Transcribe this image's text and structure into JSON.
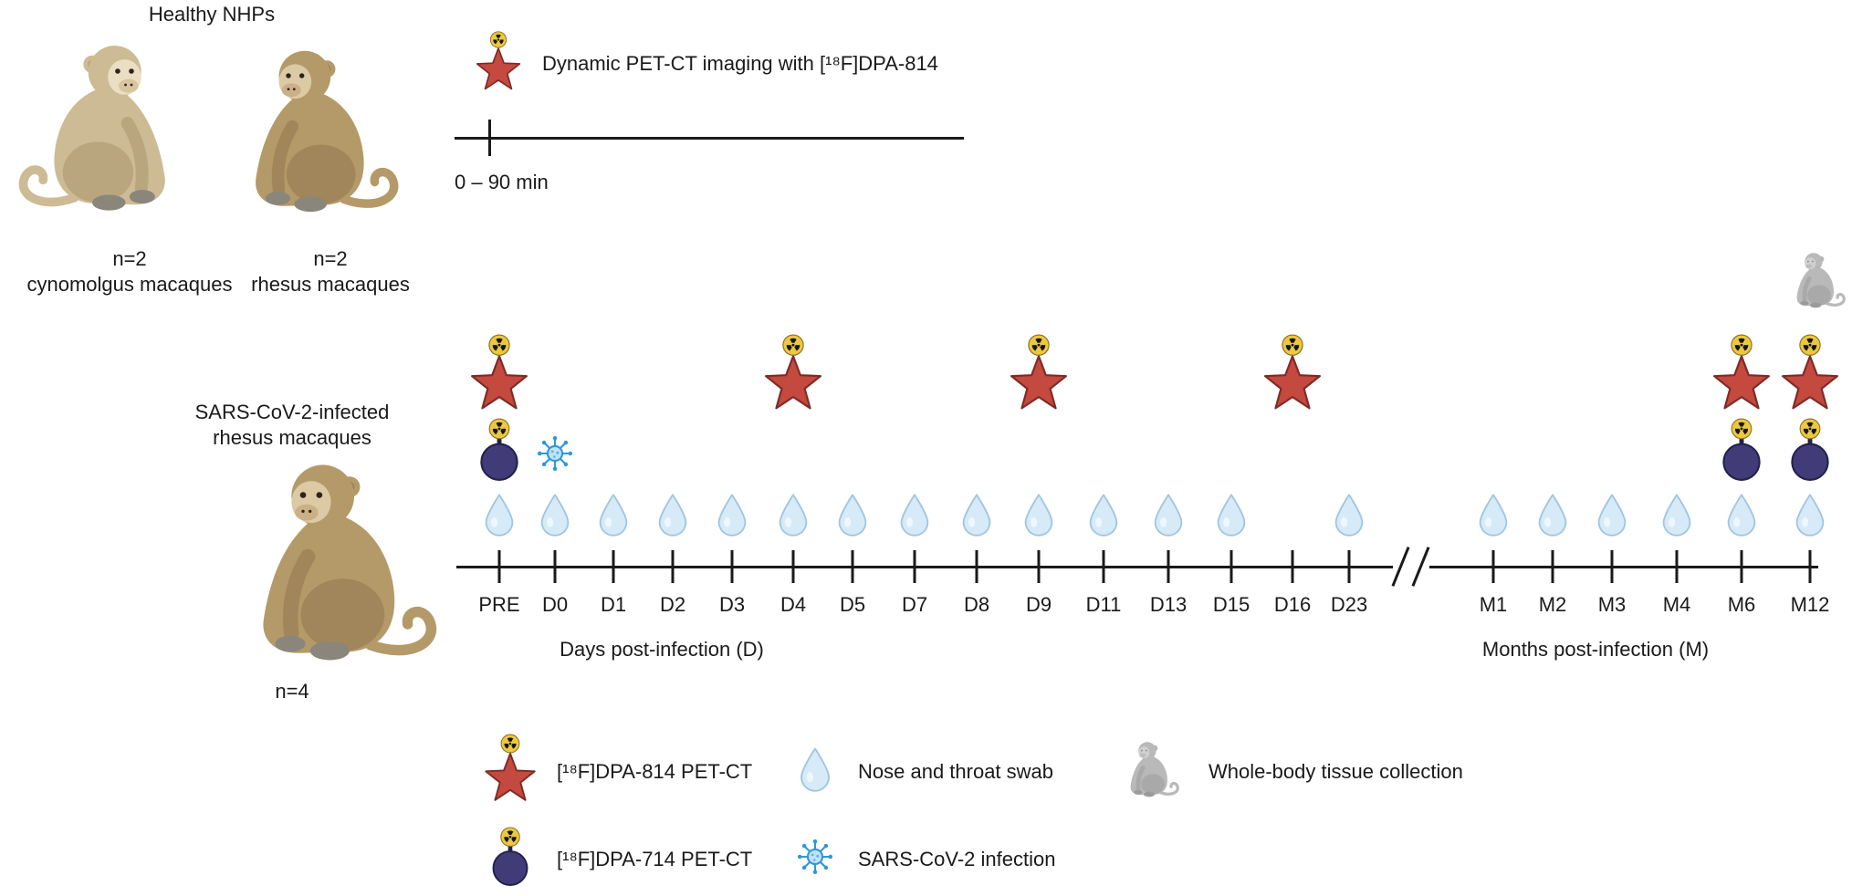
{
  "healthy": {
    "title": "Healthy NHPs",
    "groups": [
      {
        "n": "n=2",
        "species": "cynomolgus macaques"
      },
      {
        "n": "n=2",
        "species": "rhesus macaques"
      }
    ]
  },
  "dynamic_imaging": {
    "label": "Dynamic PET-CT imaging with [¹⁸F]DPA-814",
    "window": "0 – 90 min"
  },
  "infected": {
    "title_line1": "SARS-CoV-2-infected",
    "title_line2": "rhesus macaques",
    "n": "n=4"
  },
  "timeline": {
    "ticks": [
      "PRE",
      "D0",
      "D1",
      "D2",
      "D3",
      "D4",
      "D5",
      "D7",
      "D8",
      "D9",
      "D11",
      "D13",
      "D15",
      "D16",
      "D23",
      "M1",
      "M2",
      "M3",
      "M4",
      "M6",
      "M12"
    ],
    "days_axis_label": "Days post-infection (D)",
    "months_axis_label": "Months post-infection (M)",
    "events": {
      "dpa814_petct": [
        "PRE",
        "D4",
        "D9",
        "D16",
        "M6",
        "M12"
      ],
      "dpa714_petct": [
        "PRE",
        "M6",
        "M12"
      ],
      "sars_cov_2_infection": [
        "D0"
      ],
      "nose_throat_swabs": [
        "PRE",
        "D0",
        "D1",
        "D2",
        "D3",
        "D4",
        "D5",
        "D7",
        "D8",
        "D9",
        "D11",
        "D13",
        "D15",
        "D23",
        "M1",
        "M2",
        "M3",
        "M4",
        "M6",
        "M12"
      ],
      "whole_body_tissue_collection": [
        "M12"
      ]
    }
  },
  "legend": {
    "dpa814": "[¹⁸F]DPA-814 PET-CT",
    "dpa714": "[¹⁸F]DPA-714 PET-CT",
    "swab": "Nose and throat swab",
    "tissue": "Whole-body tissue collection",
    "infection": "SARS-CoV-2 infection"
  },
  "colors": {
    "pet_star": "#c4493f",
    "rad_badge": "#ecc83f",
    "dpa714_circle": "#413c78",
    "swab_drop": "#d6eaf8",
    "virus": "#2f97d8",
    "text": "#1a1a1a"
  }
}
